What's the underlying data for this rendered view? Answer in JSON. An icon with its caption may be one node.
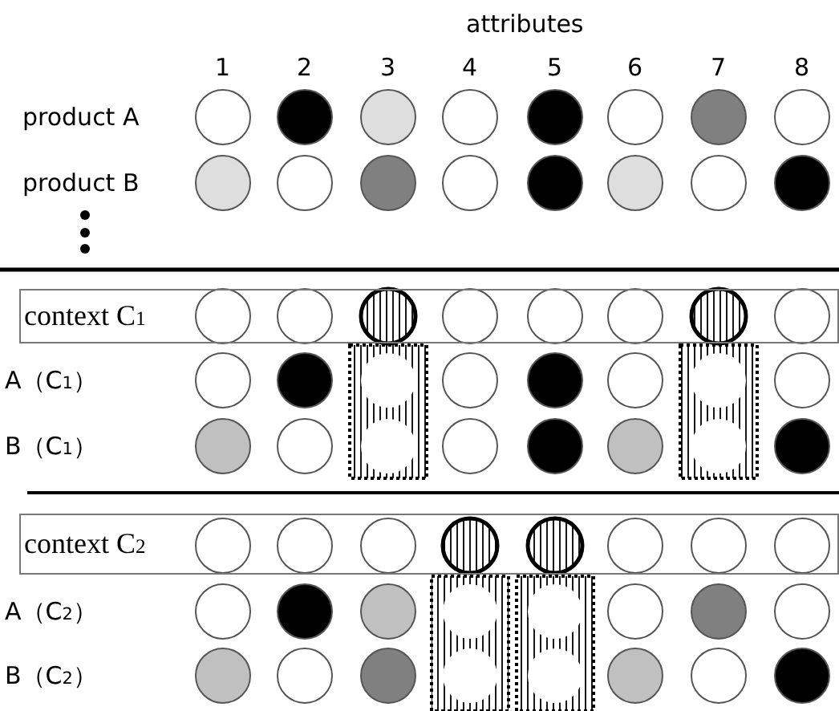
{
  "diagram": {
    "nodes": [
      {
        "text": [
          "context C$_{1}$"
        ]
      },
      {
        "text": [
          "context C$_{2}$"
        ]
      }
    ],
    "labels": [
      "attributes",
      "1",
      "2",
      "3",
      "4",
      "5",
      "6",
      "7",
      "8",
      "product A",
      "product B",
      "A（C$_{1}$）",
      "B（C$_{1}$）",
      "A（C$_{2}$）",
      "B（C$_{2}$）"
    ]
  }
}
